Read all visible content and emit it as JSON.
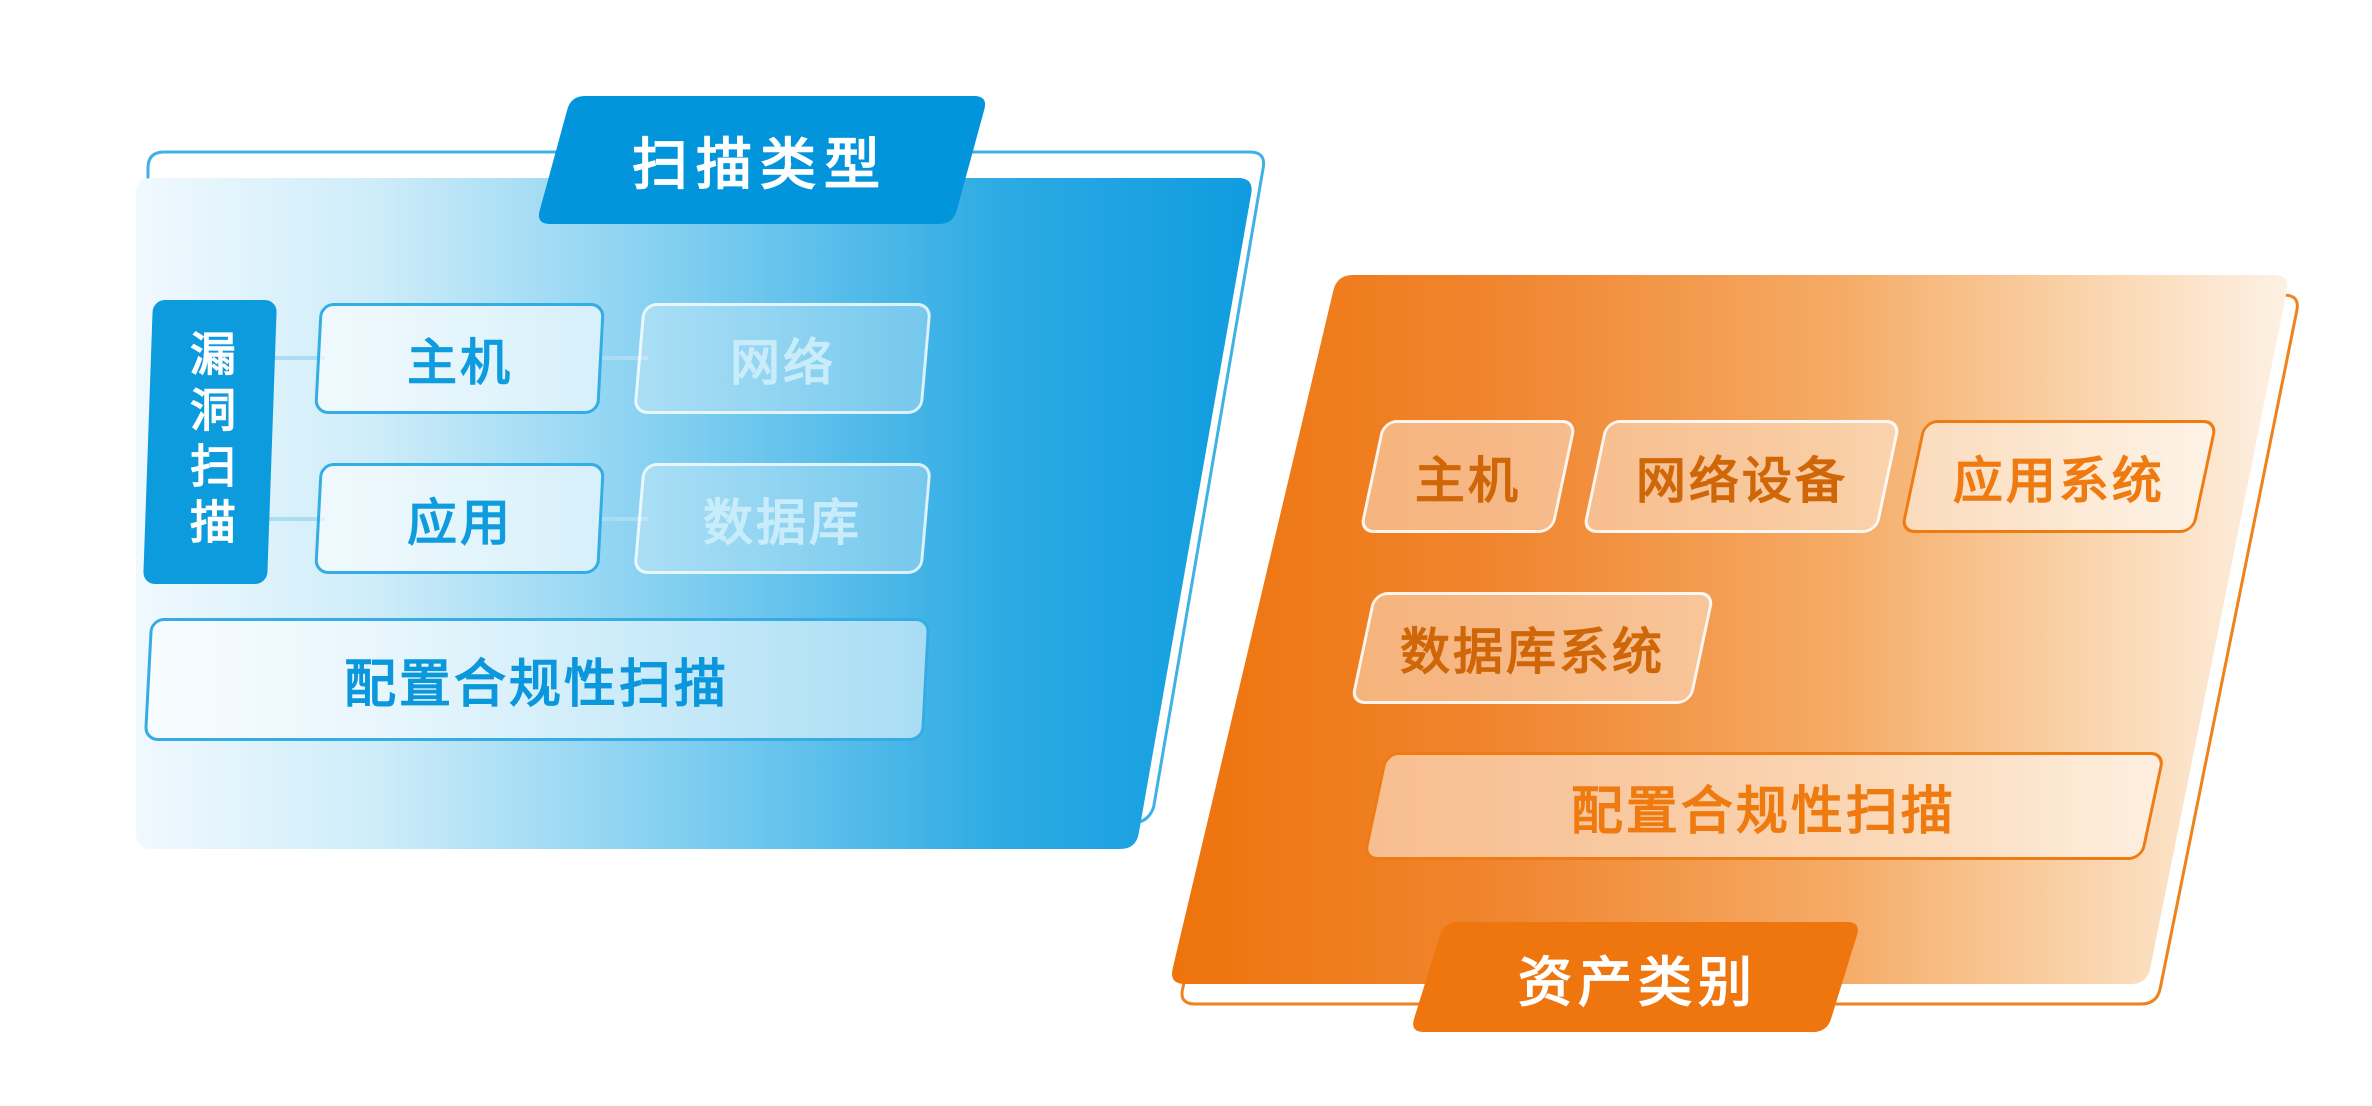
{
  "colors": {
    "blue": "#0f9cdf",
    "blue_tab": "#0295dc",
    "blue_connector": "#aadcf4",
    "orange": "#ee750e",
    "orange_tab": "#ef750e"
  },
  "scan_panel": {
    "tab": "扫描类型",
    "side_box": "漏洞扫描",
    "rows": [
      [
        "主机",
        "网络"
      ],
      [
        "应用",
        "数据库"
      ]
    ],
    "wide_box": "配置合规性扫描"
  },
  "asset_panel": {
    "tab": "资产类别",
    "boxes": [
      "主机",
      "网络设备",
      "应用系统",
      "数据库系统"
    ],
    "wide_box": "配置合规性扫描"
  }
}
